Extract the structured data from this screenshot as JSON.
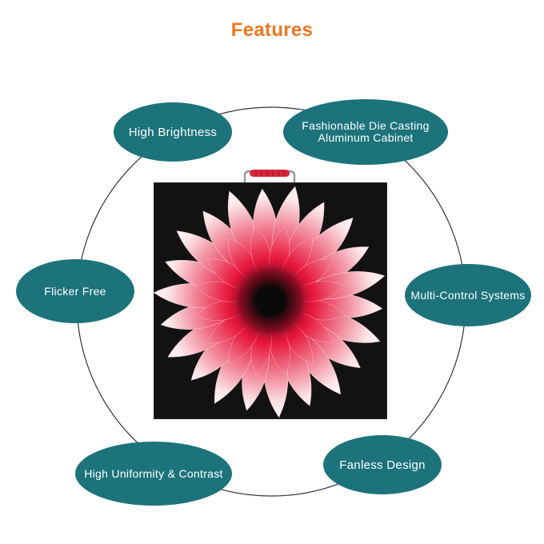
{
  "page": {
    "title": "Features",
    "title_color": "#f0761e",
    "bubble_color": "#1c737b",
    "ring_color": "#333333"
  },
  "features": {
    "high_brightness": "High Brightness",
    "die_casting_line1": "Fashionable Die Casting",
    "die_casting_line2": "Aluminum Cabinet",
    "flicker_free": "Flicker Free",
    "multi_control": "Multi-Control Systems",
    "uniformity": "High Uniformity & Contrast",
    "fanless": "Fanless Design"
  },
  "product": {
    "panel_color": "#121212",
    "flower_inner": "#e8143a",
    "flower_outer": "#ffffff",
    "handle_color": "#d6283a"
  }
}
